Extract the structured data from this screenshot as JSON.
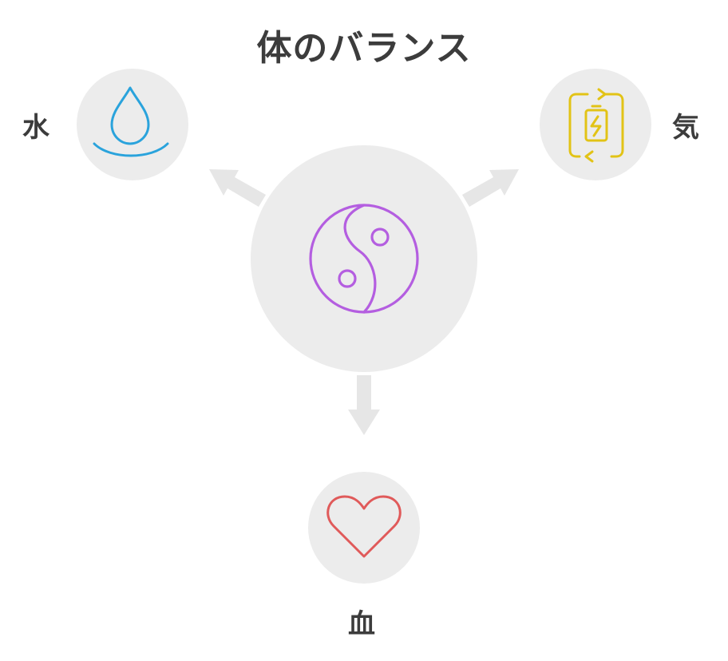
{
  "title": "体のバランス",
  "center": {
    "icon": "yin-yang-icon",
    "color": "#b45ee0"
  },
  "nodes": [
    {
      "id": "water",
      "label": "水",
      "icon": "water-drop-icon",
      "color": "#2aa3dc"
    },
    {
      "id": "ki",
      "label": "気",
      "icon": "battery-cycle-icon",
      "color": "#e2c316"
    },
    {
      "id": "blood",
      "label": "血",
      "icon": "heart-icon",
      "color": "#e05a5a"
    }
  ],
  "colors": {
    "circle_fill": "#ececec",
    "arrow": "#e6e6e6",
    "text": "#3c3c3c"
  }
}
